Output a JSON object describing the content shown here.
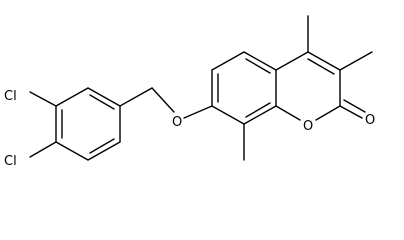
{
  "molecule": {
    "atoms": {
      "cl3": "Cl",
      "cl4": "Cl",
      "ether_o": "O",
      "ring_o": "O",
      "carbonyl_o": "O"
    }
  }
}
